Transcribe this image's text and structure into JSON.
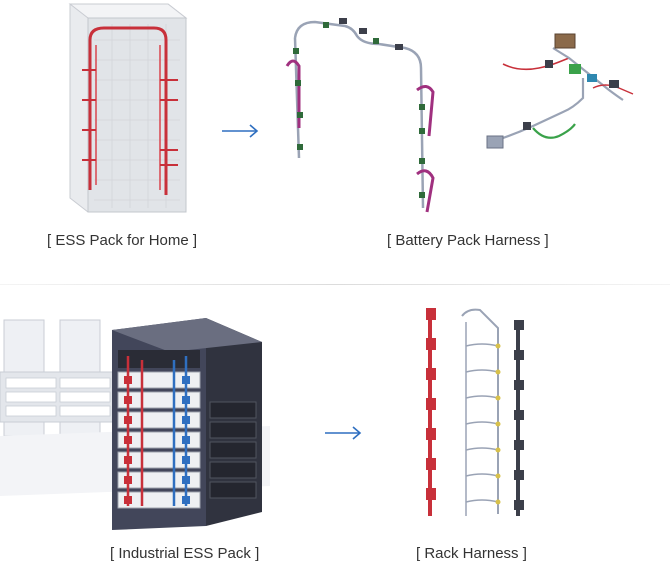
{
  "captions": {
    "ess_home": "[ ESS Pack for Home ]",
    "battery_harness": "[ Battery Pack Harness ]",
    "industrial": "[ Industrial ESS Pack ]",
    "rack_harness": "[ Rack Harness ]"
  },
  "icons": {
    "arrow_top": "arrow-right-icon",
    "arrow_bottom": "arrow-right-icon"
  },
  "colors": {
    "arrow": "#2f6fc0",
    "harness_red": "#c8303a",
    "harness_magenta": "#a0307f",
    "harness_green": "#3aa24a",
    "rack_dark": "#3c3f4a"
  }
}
